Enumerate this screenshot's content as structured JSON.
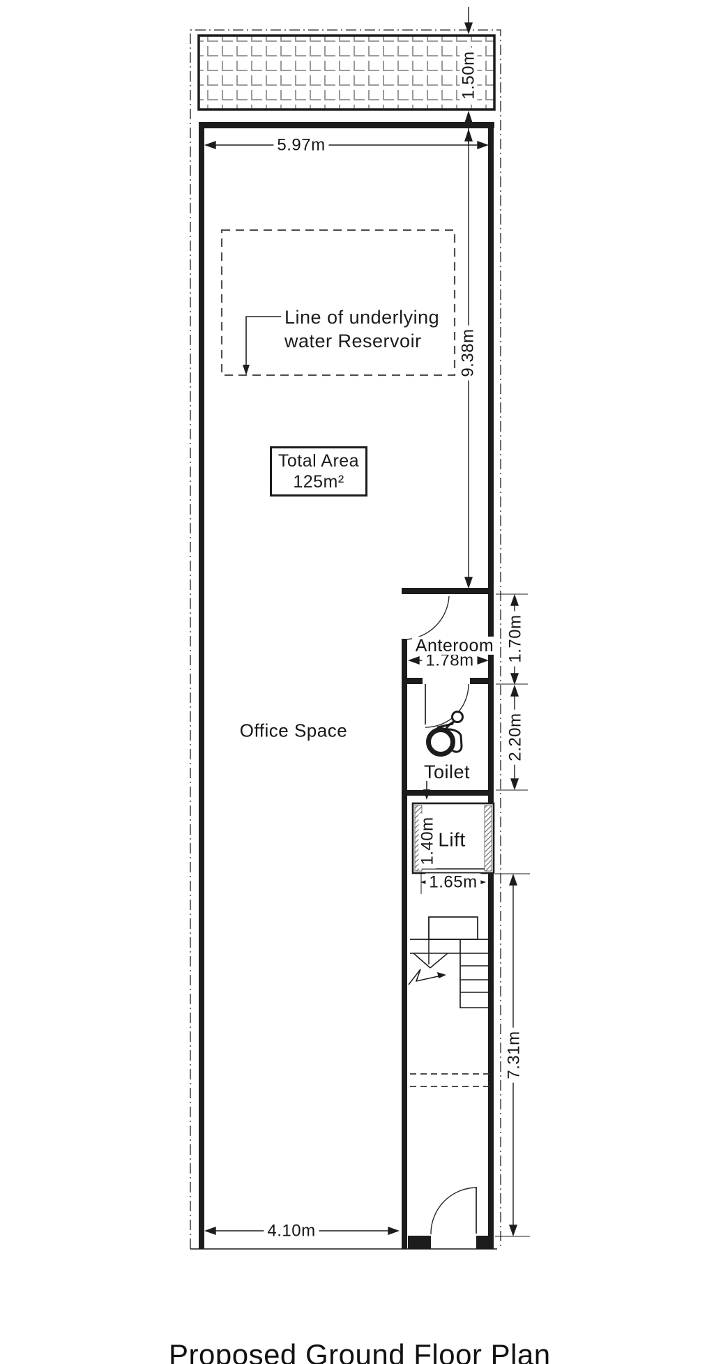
{
  "drawing": {
    "title": "Proposed Ground Floor Plan",
    "colors": {
      "line": "#1c1c1c",
      "boundary_line": "#4a4a4a",
      "reservoir_dash": "#4f4f4f",
      "tile_hatch": "#8f8f8f",
      "wall_hatch": "#6e6e6e",
      "background": "#ffffff"
    },
    "rooms": {
      "office": {
        "label": "Office Space"
      },
      "anteroom": {
        "label": "Anteroom"
      },
      "toilet": {
        "label": "Toilet"
      },
      "lift": {
        "label": "Lift"
      }
    },
    "annotations": {
      "reservoir": {
        "line1": "Line of underlying",
        "line2": "water Reservoir"
      },
      "total_area": {
        "line1": "Total Area",
        "line2": "125m²"
      }
    },
    "dimensions": {
      "front_yard_depth": "1.50m",
      "building_width_top": "5.97m",
      "office_depth": "9.38m",
      "anteroom_width": "1.78m",
      "anteroom_depth": "1.70m",
      "toilet_depth": "2.20m",
      "lift_inner_width": "1.40m",
      "lift_width": "1.65m",
      "rear_depth": "7.31m",
      "office_width_bottom": "4.10m"
    }
  }
}
